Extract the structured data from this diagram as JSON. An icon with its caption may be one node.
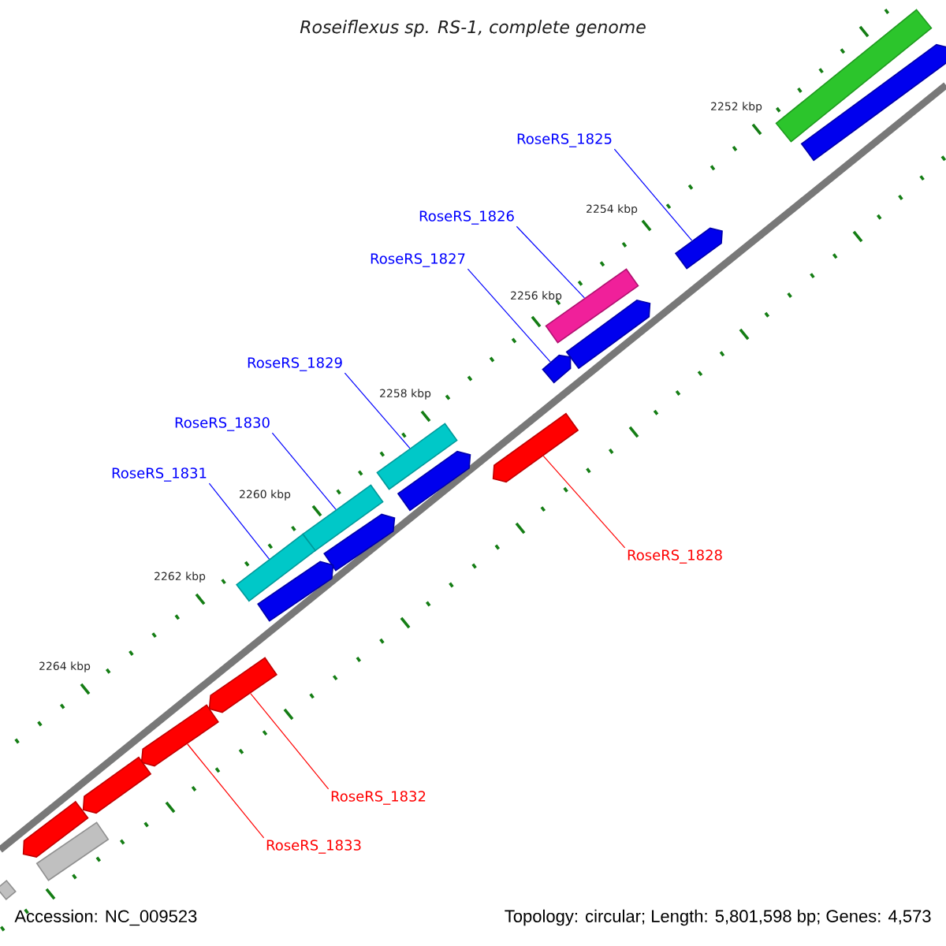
{
  "diagram": {
    "title": "Roseiflexus sp. RS-1, complete genome",
    "nodes": [
      {
        "text": [],
        "shape": "bar"
      },
      {
        "text": [],
        "shape": "pentagon"
      },
      {
        "text": [
          "RoseRS_1825"
        ]
      },
      {
        "text": [],
        "shape": "pentagon"
      },
      {
        "text": [
          "RoseRS_1826"
        ]
      },
      {
        "text": [
          "RoseRS_1827"
        ]
      },
      {
        "text": [],
        "shape": "bar"
      },
      {
        "text": [],
        "shape": "pentagon"
      },
      {
        "text": [],
        "shape": "pentagon"
      },
      {
        "text": [],
        "shape": "pentagon"
      },
      {
        "text": [
          "RoseRS_1829"
        ]
      },
      {
        "text": [],
        "shape": "bar"
      },
      {
        "text": [],
        "shape": "pentagon"
      },
      {
        "text": [
          "RoseRS_1830"
        ]
      },
      {
        "text": [],
        "shape": "bar"
      },
      {
        "text": [],
        "shape": "pentagon"
      },
      {
        "text": [
          "RoseRS_1831"
        ]
      },
      {
        "text": [],
        "shape": "bar"
      },
      {
        "text": [],
        "shape": "pentagon"
      },
      {
        "text": [
          "RoseRS_1828"
        ]
      },
      {
        "text": [],
        "shape": "pentagon"
      },
      {
        "text": [],
        "shape": "pentagon"
      },
      {
        "text": [],
        "shape": "pentagon"
      },
      {
        "text": [],
        "shape": "pentagon"
      },
      {
        "text": [],
        "shape": "bar"
      },
      {
        "text": [
          "RoseRS_1832"
        ]
      },
      {
        "text": [
          "RoseRS_1833"
        ]
      },
      {
        "text": [],
        "shape": "bar"
      }
    ],
    "edges": [
      {
        "from": 2,
        "to": 3,
        "arrow": "none"
      },
      {
        "from": 4,
        "to": 6,
        "arrow": "none"
      },
      {
        "from": 5,
        "to": 8,
        "arrow": "none"
      },
      {
        "from": 10,
        "to": 11,
        "arrow": "none"
      },
      {
        "from": 13,
        "to": 14,
        "arrow": "none"
      },
      {
        "from": 16,
        "to": 17,
        "arrow": "none"
      },
      {
        "from": 19,
        "to": 9,
        "arrow": "none",
        "color": "#ff0000"
      },
      {
        "from": 25,
        "to": 20,
        "arrow": "none",
        "color": "#ff0000"
      },
      {
        "from": 26,
        "to": 21,
        "arrow": "none",
        "color": "#ff0000"
      }
    ],
    "labels": [
      "2252 kbp",
      "2254 kbp",
      "2256 kbp",
      "2258 kbp",
      "2260 kbp",
      "2262 kbp",
      "2264 kbp",
      "Accession: NC_009523",
      "Topology: circular; Length: 5,801,598 bp; Genes: 4,573"
    ]
  }
}
